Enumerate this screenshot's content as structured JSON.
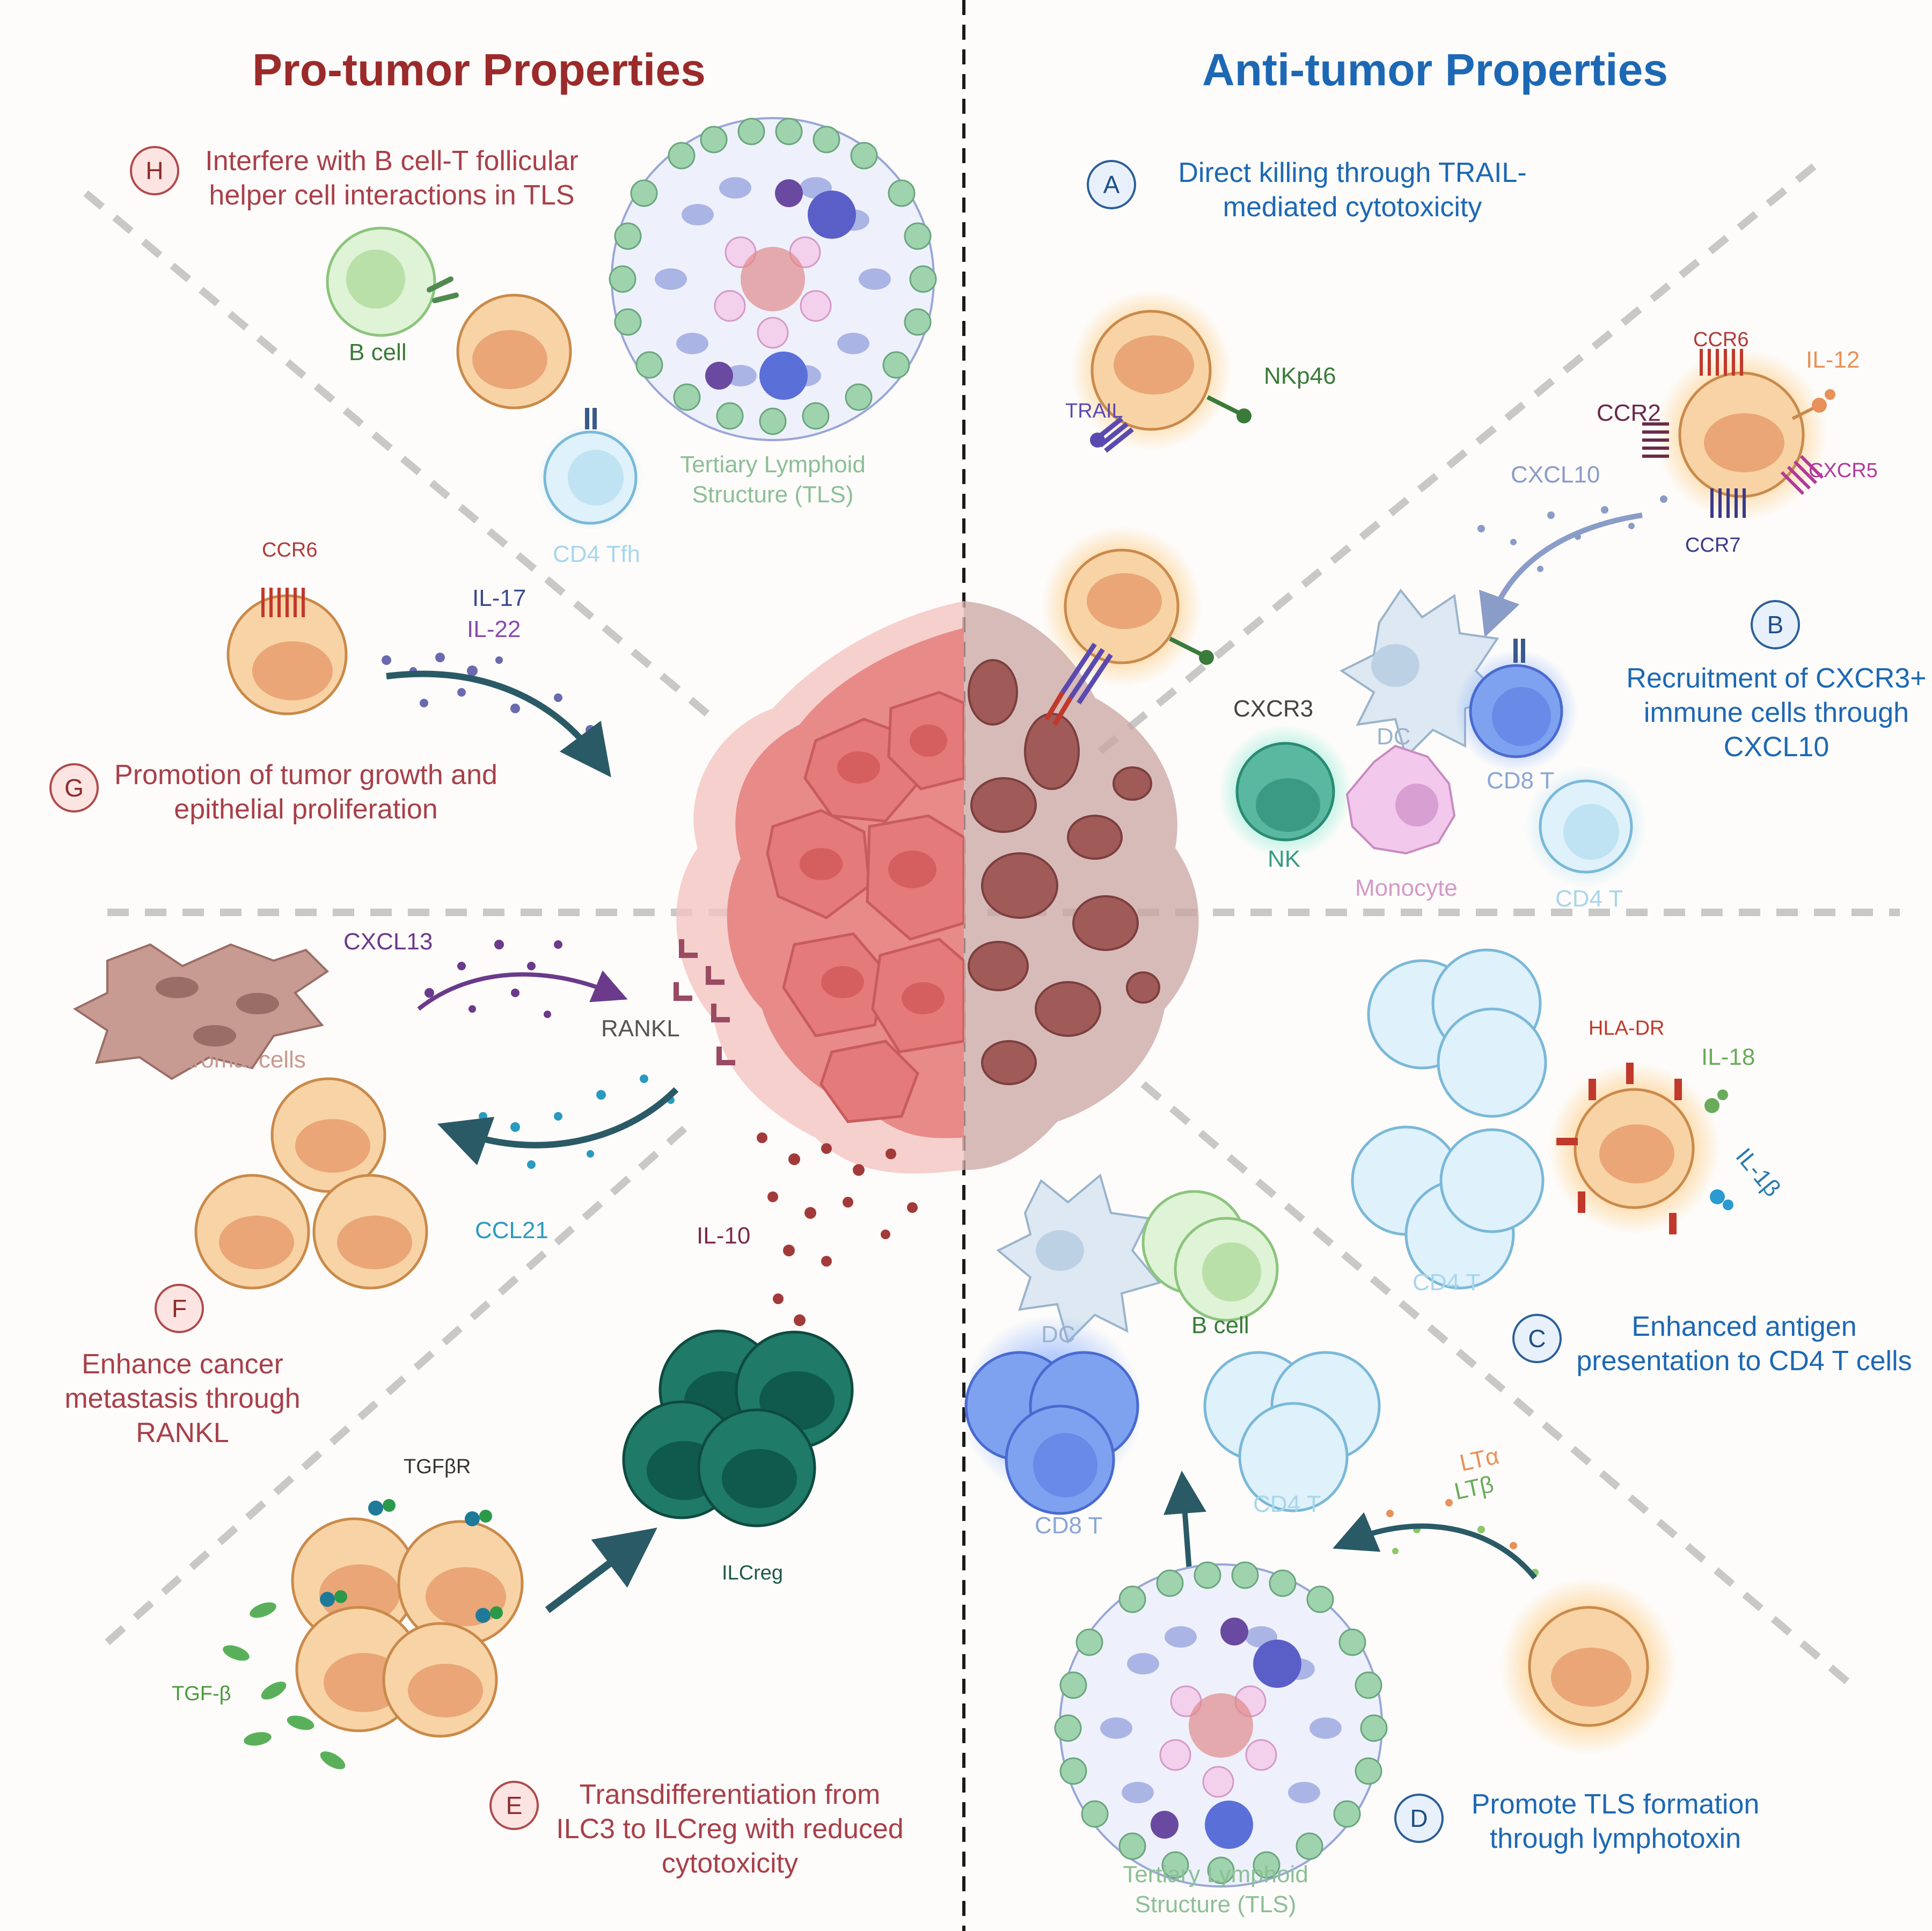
{
  "titles": {
    "pro": "Pro-tumor Properties",
    "anti": "Anti-tumor Properties"
  },
  "sections": {
    "H": {
      "letter": "H",
      "text": "Interfere with B cell-T follicular helper cell interactions in TLS"
    },
    "G": {
      "letter": "G",
      "text": "Promotion of tumor growth and epithelial proliferation"
    },
    "F": {
      "letter": "F",
      "text": "Enhance cancer metastasis through RANKL"
    },
    "E": {
      "letter": "E",
      "text": "Transdifferentiation from ILC3 to ILCreg with reduced cytotoxicity"
    },
    "A": {
      "letter": "A",
      "text": "Direct killing through TRAIL-mediated cytotoxicity"
    },
    "B": {
      "letter": "B",
      "text": "Recruitment of CXCR3+ immune cells through CXCL10"
    },
    "C": {
      "letter": "C",
      "text": "Enhanced antigen presentation to CD4 T cells"
    },
    "D": {
      "letter": "D",
      "text": "Promote TLS formation through lymphotoxin"
    }
  },
  "labels": {
    "b_cell_h": "B cell",
    "cd4_tfh": "CD4 Tfh",
    "tls_top": "Tertiary Lymphoid Structure (TLS)",
    "ccr6_g": "CCR6",
    "il17": "IL-17",
    "il22": "IL-22",
    "cxcl13": "CXCL13",
    "rankl": "RANKL",
    "stromal": "Stromal cells",
    "ccl21": "CCL21",
    "il10": "IL-10",
    "tgfbr": "TGFβR",
    "tgfb": "TGF-β",
    "ilcreg": "ILCreg",
    "trail": "TRAIL",
    "nkp46": "NKp46",
    "ccr6_b": "CCR6",
    "il12": "IL-12",
    "ccr2": "CCR2",
    "cxcl10": "CXCL10",
    "cxcr5": "CXCR5",
    "ccr7": "CCR7",
    "cxcr3": "CXCR3",
    "dc_b": "DC",
    "cd8t_b": "CD8 T",
    "nk": "NK",
    "monocyte": "Monocyte",
    "cd4t_b": "CD4 T",
    "hla_dr": "HLA-DR",
    "il18": "IL-18",
    "il1b": "IL-1β",
    "cd4t_c": "CD4 T",
    "dc_c": "DC",
    "b_cell_c": "B cell",
    "cd8t_d": "CD8 T",
    "cd4t_d": "CD4 T",
    "lta": "LTα",
    "ltb": "LTβ",
    "tls_bottom": "Tertiary Lymphoid Structure (TLS)"
  },
  "colors": {
    "pro_red": "#9b2a2a",
    "anti_blue": "#1d68b4",
    "ilc_orange": "#f2b57a",
    "tumor_red": "#e47a7a",
    "dead_tumor": "#8a4a4a",
    "ilcreg_green": "#1f7a68"
  },
  "icons": [
    "ilc3-cell-icon",
    "b-cell-icon",
    "t-cell-icon",
    "dendritic-cell-icon",
    "nk-cell-icon",
    "monocyte-icon",
    "stromal-cell-icon",
    "tumor-mass-icon",
    "tls-icon",
    "receptor-icon",
    "arrow-icon"
  ]
}
